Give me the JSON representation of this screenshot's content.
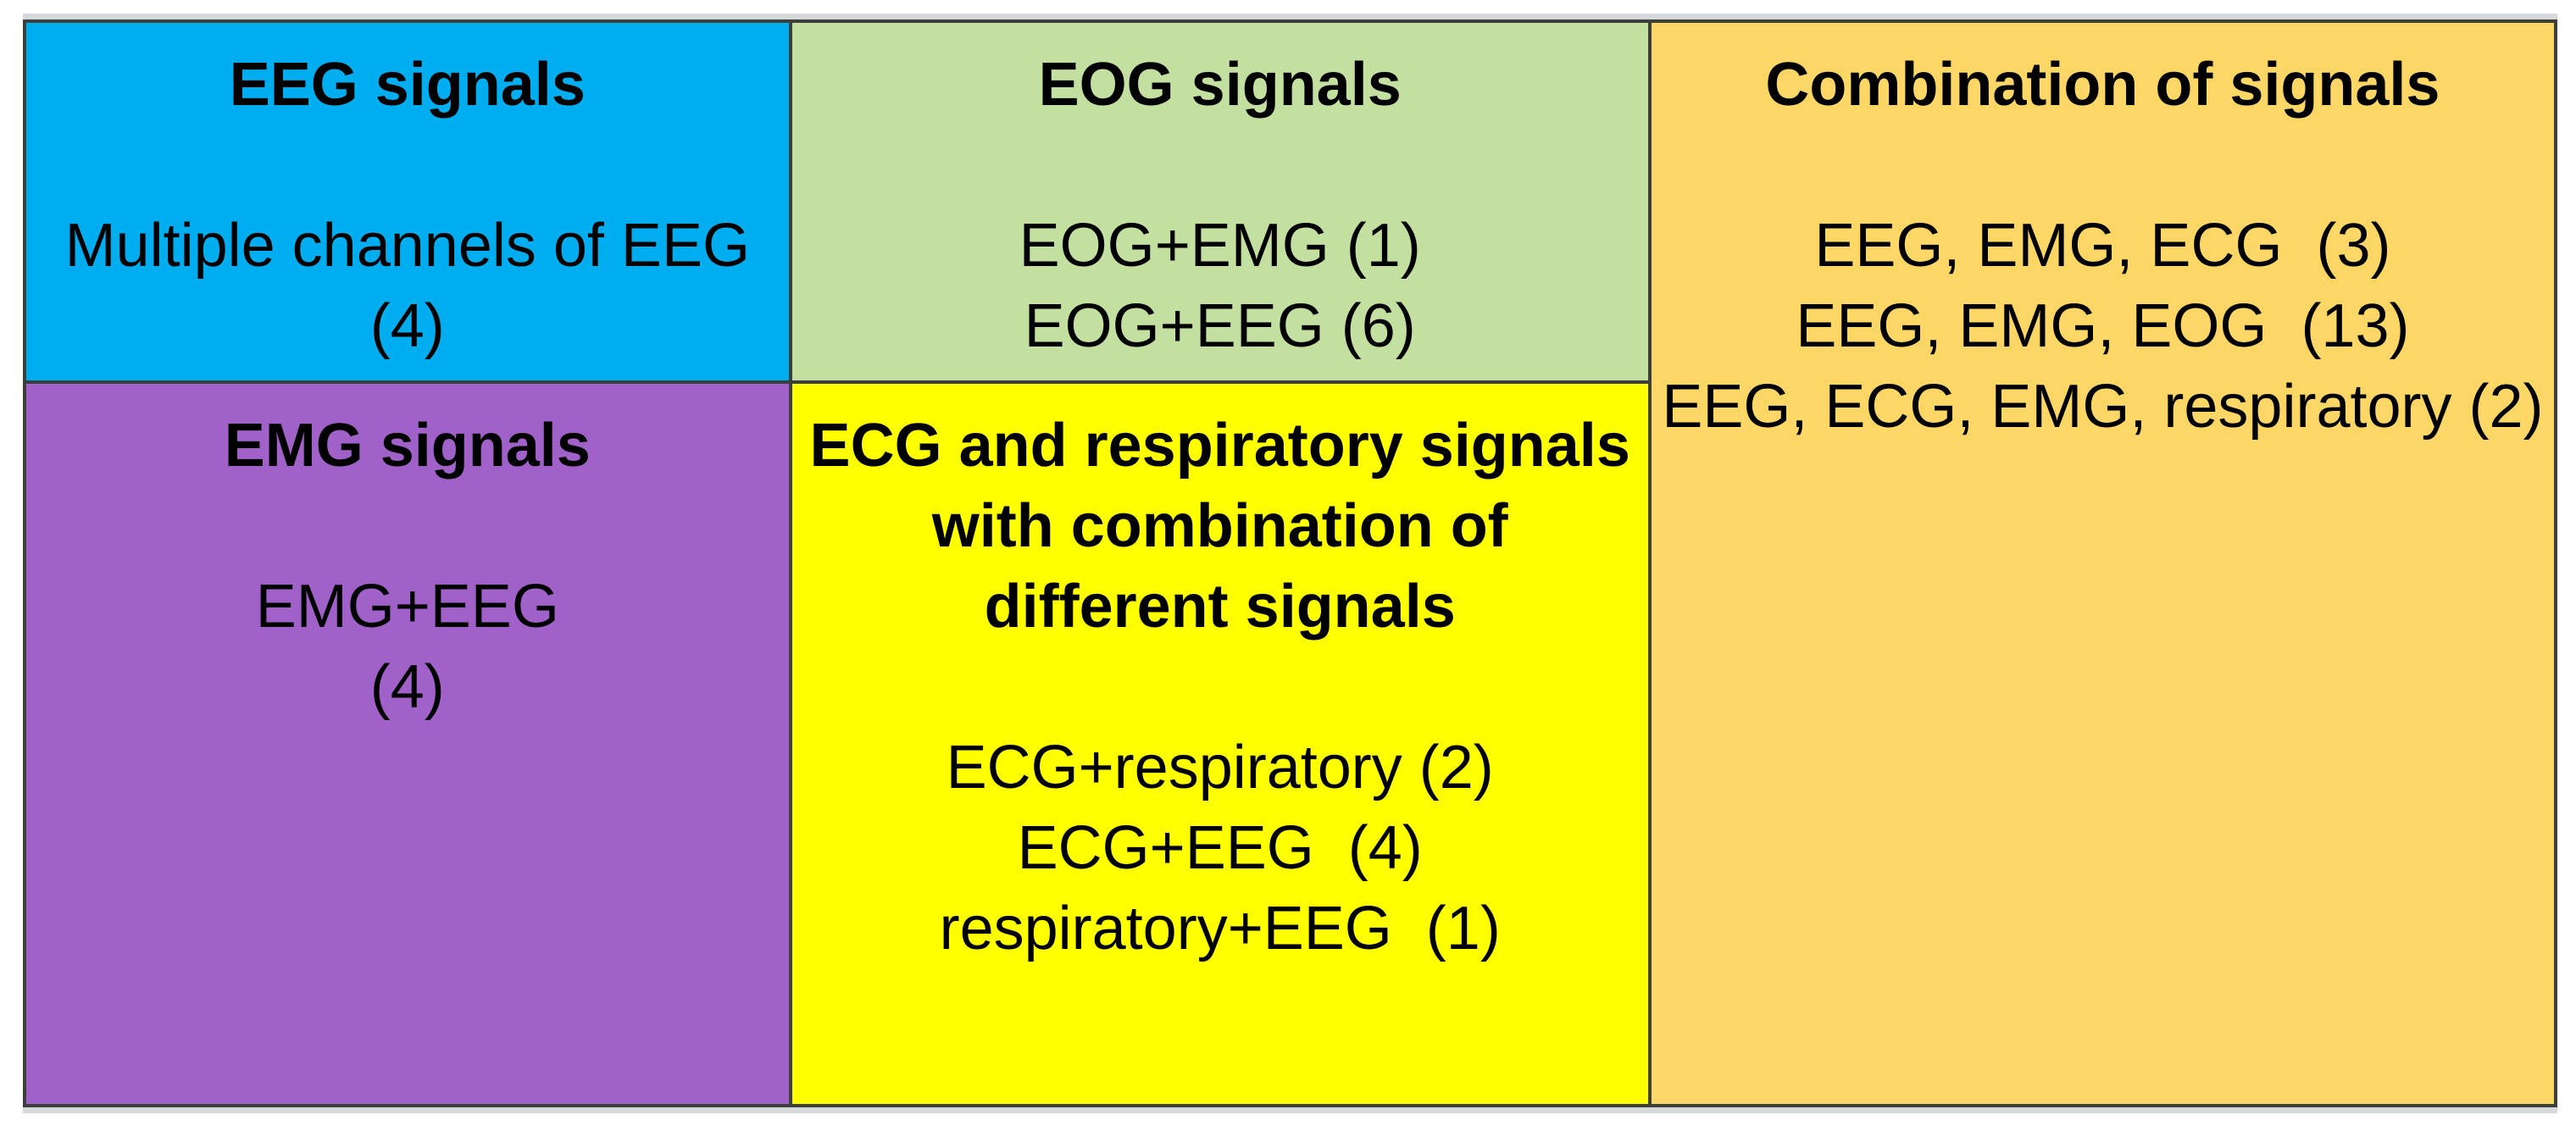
{
  "colors": {
    "eeg_bg": "#00AEEF",
    "eog_bg": "#C3E0A0",
    "combination_bg": "#FCD765",
    "emg_bg": "#A062C8",
    "ecg_respiratory_bg": "#FFFF00",
    "border": "#3C3F3A",
    "text": "#000000"
  },
  "cells": {
    "eeg": {
      "header": "EEG signals",
      "lines": [
        "Multiple channels of EEG",
        "(4)"
      ]
    },
    "eog": {
      "header": "EOG signals",
      "lines": [
        "EOG+EMG (1)",
        "EOG+EEG (6)"
      ]
    },
    "combination": {
      "header": "Combination of signals",
      "lines": [
        "EEG, EMG, ECG  (3)",
        "EEG, EMG, EOG  (13)",
        "EEG, ECG, EMG, respiratory (2)"
      ]
    },
    "emg": {
      "header": "EMG signals",
      "lines": [
        "EMG+EEG",
        "(4)"
      ]
    },
    "ecg_respiratory": {
      "header_lines": [
        "ECG and respiratory signals",
        "with combination of",
        "different signals"
      ],
      "lines": [
        "ECG+respiratory (2)",
        "ECG+EEG  (4)",
        "respiratory+EEG  (1)"
      ]
    }
  }
}
